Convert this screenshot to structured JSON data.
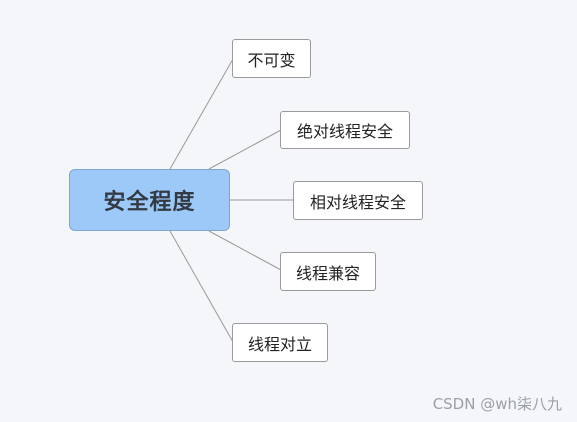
{
  "root": {
    "label": "安全程度",
    "color": "#9cc9f7"
  },
  "children": [
    {
      "label": "不可变"
    },
    {
      "label": "绝对线程安全"
    },
    {
      "label": "相对线程安全"
    },
    {
      "label": "线程兼容"
    },
    {
      "label": "线程对立"
    }
  ],
  "watermark": "CSDN @wh柒八九"
}
